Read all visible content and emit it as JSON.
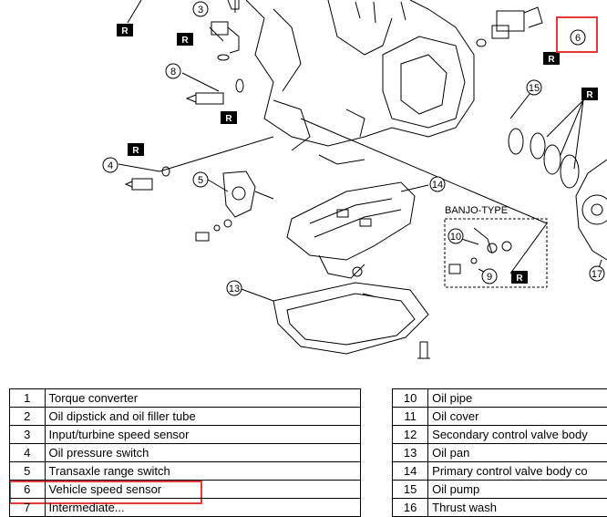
{
  "diagram": {
    "callouts": [
      "3",
      "6",
      "8",
      "4",
      "5",
      "13",
      "14",
      "15",
      "10",
      "9",
      "17"
    ],
    "r_label": "R",
    "banjo_label": "BANJO-TYPE"
  },
  "parts_left": [
    {
      "num": "1",
      "name": "Torque converter"
    },
    {
      "num": "2",
      "name": "Oil dipstick and oil filler tube"
    },
    {
      "num": "3",
      "name": "Input/turbine speed sensor"
    },
    {
      "num": "4",
      "name": "Oil pressure switch"
    },
    {
      "num": "5",
      "name": "Transaxle range switch"
    },
    {
      "num": "6",
      "name": "Vehicle speed sensor"
    },
    {
      "num": "7",
      "name": "Intermediate..."
    }
  ],
  "parts_right": [
    {
      "num": "10",
      "name": "Oil pipe"
    },
    {
      "num": "11",
      "name": "Oil cover"
    },
    {
      "num": "12",
      "name": "Secondary control valve body"
    },
    {
      "num": "13",
      "name": "Oil pan"
    },
    {
      "num": "14",
      "name": "Primary control valve body co"
    },
    {
      "num": "15",
      "name": "Oil pump"
    },
    {
      "num": "16",
      "name": "Thrust wash"
    }
  ],
  "highlight_color": "#e53935"
}
